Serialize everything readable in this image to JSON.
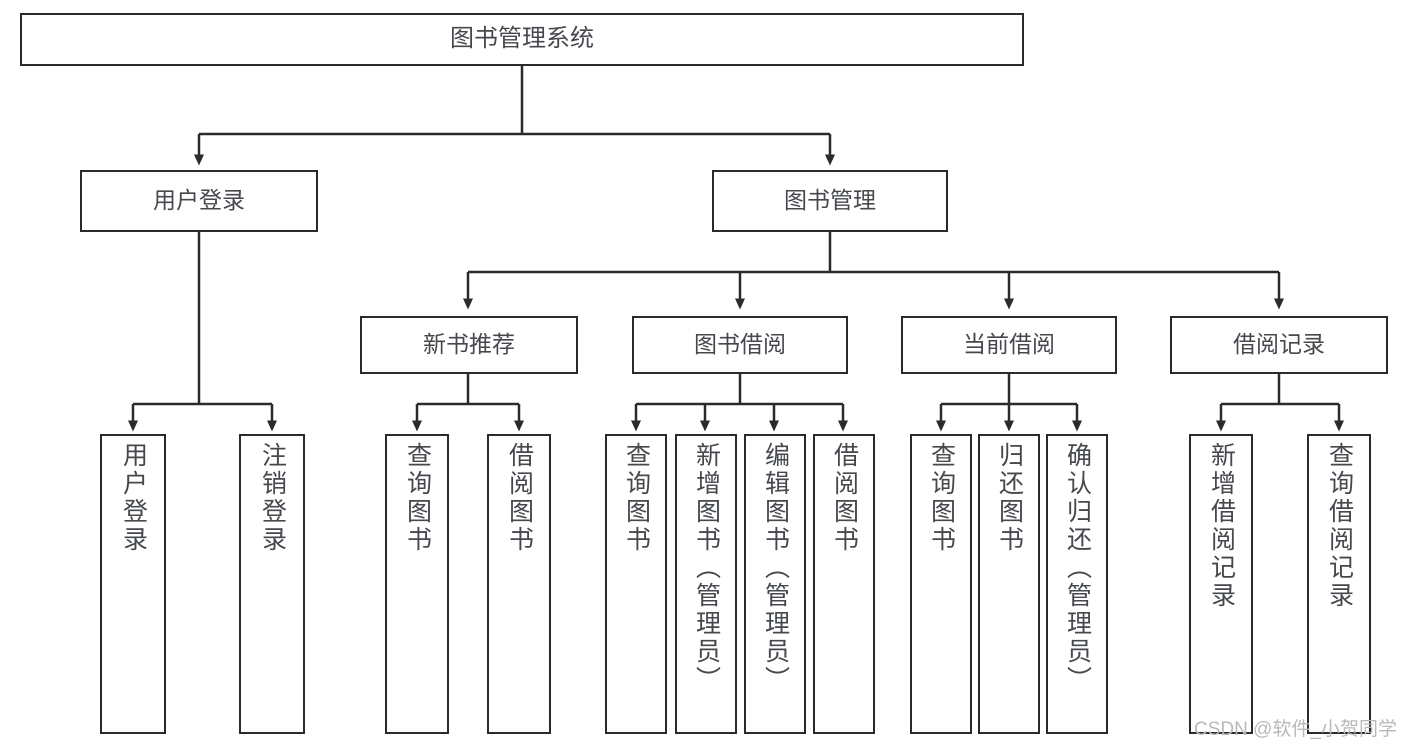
{
  "diagram": {
    "title": "图书管理系统",
    "type": "hierarchy-tree",
    "root": {
      "id": "root",
      "label": "图书管理系统"
    },
    "level2": [
      {
        "id": "user-login",
        "label": "用户登录"
      },
      {
        "id": "book-manage",
        "label": "图书管理"
      }
    ],
    "level3": [
      {
        "id": "new-book-rec",
        "label": "新书推荐"
      },
      {
        "id": "book-borrow",
        "label": "图书借阅"
      },
      {
        "id": "current-borrow",
        "label": "当前借阅"
      },
      {
        "id": "borrow-record",
        "label": "借阅记录"
      }
    ],
    "leaves": {
      "user_login": [
        {
          "id": "leaf-user-login",
          "label": "用户登录"
        },
        {
          "id": "leaf-logout",
          "label": "注销登录"
        }
      ],
      "new_book_rec": [
        {
          "id": "leaf-query-book-1",
          "label": "查询图书"
        },
        {
          "id": "leaf-borrow-book-1",
          "label": "借阅图书"
        }
      ],
      "book_borrow": [
        {
          "id": "leaf-query-book-2",
          "label": "查询图书"
        },
        {
          "id": "leaf-add-book",
          "label": "新增图书（管理员）"
        },
        {
          "id": "leaf-edit-book",
          "label": "编辑图书（管理员）"
        },
        {
          "id": "leaf-borrow-book-2",
          "label": "借阅图书"
        }
      ],
      "current_borrow": [
        {
          "id": "leaf-query-book-3",
          "label": "查询图书"
        },
        {
          "id": "leaf-return-book",
          "label": "归还图书"
        },
        {
          "id": "leaf-confirm-return",
          "label": "确认归还（管理员）"
        }
      ],
      "borrow_record": [
        {
          "id": "leaf-add-record",
          "label": "新增借阅记录"
        },
        {
          "id": "leaf-query-record",
          "label": "查询借阅记录"
        }
      ]
    }
  },
  "watermark": {
    "text": "CSDN @软件_小贺同学"
  },
  "colors": {
    "stroke": "#2b2b2b",
    "text": "#45484d",
    "background": "#ffffff",
    "watermark": "#b9b9b9"
  }
}
